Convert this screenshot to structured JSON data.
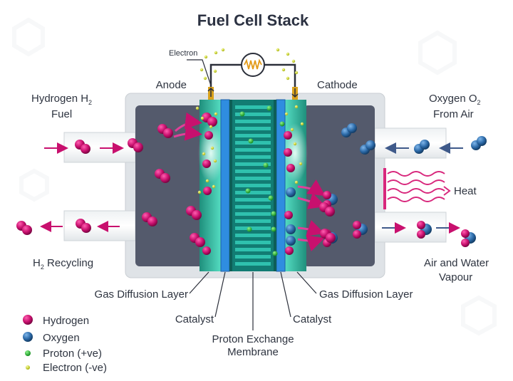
{
  "title": "Fuel Cell Stack",
  "labels": {
    "electron": "Electron",
    "anode": "Anode",
    "cathode": "Cathode",
    "hydrogen_fuel_line1": "Hydrogen H",
    "hydrogen_fuel_sub": "2",
    "hydrogen_fuel_line2": "Fuel",
    "oxygen_air_line1": "Oxygen O",
    "oxygen_air_sub": "2",
    "oxygen_air_line2": "From Air",
    "heat": "Heat",
    "h2_recycling_prefix": "H",
    "h2_recycling_sub": "2",
    "h2_recycling_rest": " Recycling",
    "air_water_line1": "Air and Water",
    "air_water_line2": "Vapour",
    "gdl_left": "Gas Diffusion Layer",
    "gdl_right": "Gas Diffusion Layer",
    "catalyst_left": "Catalyst",
    "catalyst_right": "Catalyst",
    "pem_line1": "Proton Exchange",
    "pem_line2": "Membrane"
  },
  "legend": [
    {
      "label": "Hydrogen",
      "icon": "hydrogen-atom-icon",
      "color": "#c8106e"
    },
    {
      "label": "Oxygen",
      "icon": "oxygen-atom-icon",
      "color": "#2c6aa8"
    },
    {
      "label": "Proton (+ve)",
      "icon": "proton-icon",
      "color": "#22b330"
    },
    {
      "label": "Electron (-ve)",
      "icon": "electron-icon",
      "color": "#d7e21c"
    }
  ],
  "colors": {
    "hydrogen": "#c8106e",
    "oxygen": "#2c6aa8",
    "proton": "#22b330",
    "electron": "#d7e21c",
    "chamber": "#545a6c",
    "casing": "#dfe3e7",
    "gdl": "#35c2a7",
    "catalyst": "#2f8de0",
    "membrane": "#22a79a"
  }
}
